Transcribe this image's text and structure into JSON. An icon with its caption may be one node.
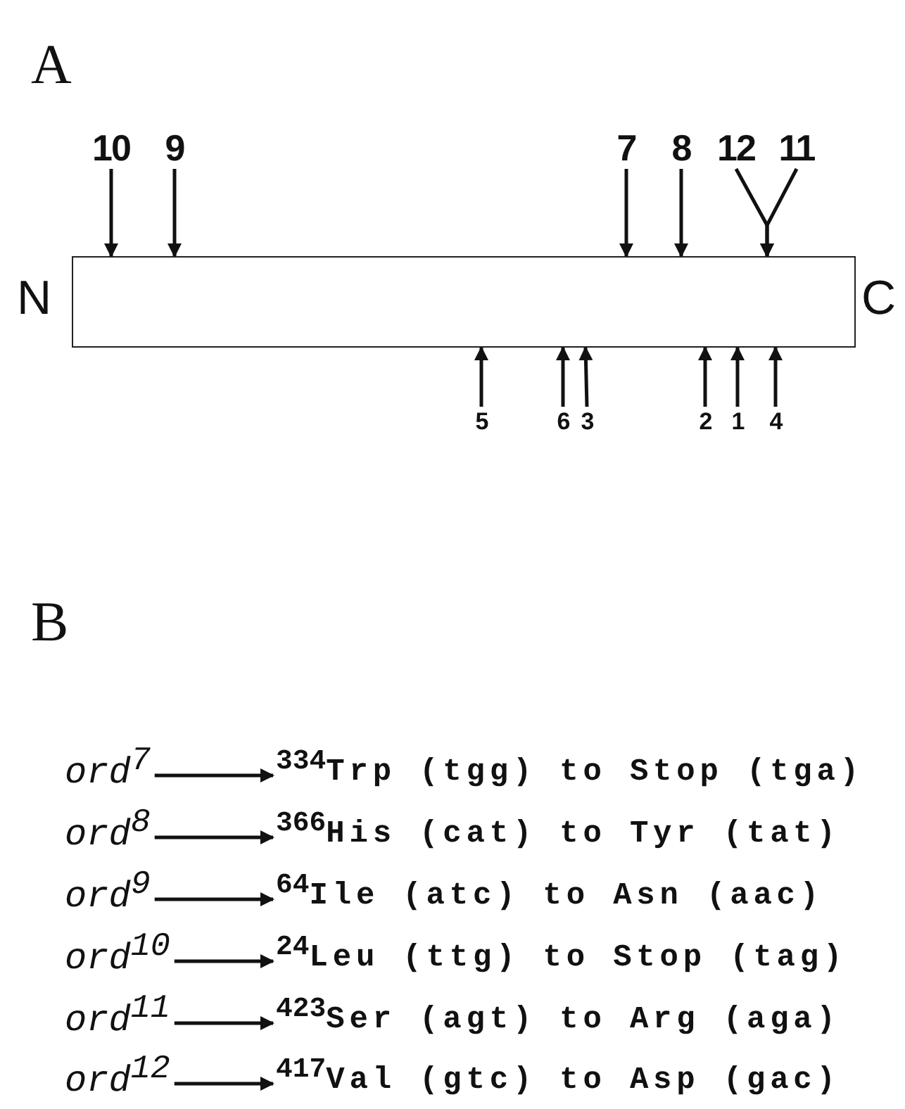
{
  "diagram": {
    "nodes": [
      {
        "text": [],
        "shape": "box",
        "beside": [
          "N",
          "C"
        ]
      },
      {
        "text": [
          "10"
        ]
      },
      {
        "text": [
          "9"
        ]
      },
      {
        "text": [
          "7"
        ]
      },
      {
        "text": [
          "8"
        ]
      },
      {
        "text": [
          "12"
        ]
      },
      {
        "text": [
          "11"
        ]
      },
      {
        "text": [
          "5"
        ]
      },
      {
        "text": [
          "6"
        ]
      },
      {
        "text": [
          "3"
        ]
      },
      {
        "text": [
          "2"
        ]
      },
      {
        "text": [
          "1"
        ]
      },
      {
        "text": [
          "4"
        ]
      },
      {
        "text": [
          "ord$^{7}$"
        ]
      },
      {
        "text": [
          "$^{334}$Trp (tgg) to Stop (tga)"
        ]
      },
      {
        "text": [
          "ord$^{8}$"
        ]
      },
      {
        "text": [
          "$^{366}$His (cat) to Tyr (tat)"
        ]
      },
      {
        "text": [
          "ord$^{9}$"
        ]
      },
      {
        "text": [
          "$^{64}$Ile (atc) to Asn (aac)"
        ]
      },
      {
        "text": [
          "ord$^{10}$"
        ]
      },
      {
        "text": [
          "$^{24}$Leu (ttg) to Stop (tag)"
        ]
      },
      {
        "text": [
          "ord$^{11}$"
        ]
      },
      {
        "text": [
          "$^{423}$Ser (agt) to Arg (aga)"
        ]
      },
      {
        "text": [
          "ord$^{12}$"
        ]
      },
      {
        "text": [
          "$^{417}$Val (gtc) to Asp (gac)"
        ]
      }
    ],
    "edges": [
      {
        "from": 1,
        "to": 0,
        "arrow": "to"
      },
      {
        "from": 2,
        "to": 0,
        "arrow": "to"
      },
      {
        "from": 3,
        "to": 0,
        "arrow": "to"
      },
      {
        "from": 4,
        "to": 0,
        "arrow": "to"
      },
      {
        "from": 5,
        "to": 0,
        "arrow": "to"
      },
      {
        "from": 6,
        "to": 0,
        "arrow": "to"
      },
      {
        "from": 7,
        "to": 0,
        "arrow": "to"
      },
      {
        "from": 8,
        "to": 0,
        "arrow": "to"
      },
      {
        "from": 9,
        "to": 0,
        "arrow": "to"
      },
      {
        "from": 10,
        "to": 0,
        "arrow": "to"
      },
      {
        "from": 11,
        "to": 0,
        "arrow": "to"
      },
      {
        "from": 12,
        "to": 0,
        "arrow": "to"
      },
      {
        "from": 13,
        "to": 14,
        "arrow": "to"
      },
      {
        "from": 15,
        "to": 16,
        "arrow": "to"
      },
      {
        "from": 17,
        "to": 18,
        "arrow": "to"
      },
      {
        "from": 19,
        "to": 20,
        "arrow": "to"
      },
      {
        "from": 21,
        "to": 22,
        "arrow": "to"
      },
      {
        "from": 23,
        "to": 24,
        "arrow": "to"
      }
    ],
    "labels": [
      "A",
      "B"
    ]
  }
}
